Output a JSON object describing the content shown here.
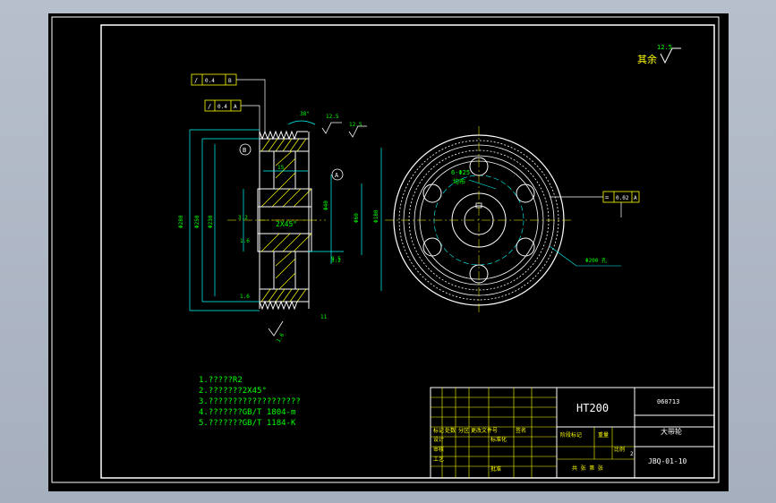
{
  "roughness": {
    "label": "其余",
    "value": "12.5"
  },
  "notes": [
    "1.?????R2",
    "2.???????2X45°",
    "3.???????????????????",
    "4.???????GB/T 1804-m",
    "5.???????GB/T 1184-K"
  ],
  "drawing": {
    "hole_spec": "6-Φ25",
    "hole_note": "均布",
    "chamfer": "2X45°",
    "groove_angle": "38°",
    "ra_top": "12.5",
    "ra_right": "12.5",
    "ra_hub": "3.2",
    "ra_bore": "1.6",
    "ra_key": "3.2",
    "ra_bottom": "1.6",
    "ra_groove": "1.6",
    "dim_left_outer": "Φ280",
    "dim_left_mid": "Φ250",
    "dim_left_inner": "Φ230",
    "dim_bore": "Φ40",
    "dim_hub": "Φ60",
    "dim_right": "Φ180",
    "dim_width_top": "15",
    "dim_width_bottom": "9.5",
    "dim_bottom": "11",
    "dim_bcd": "Φ200 孔",
    "gdt1": {
      "symbol": "/",
      "value": "0.4",
      "datum": "B"
    },
    "gdt2": {
      "symbol": "/",
      "value": "0.4",
      "datum": "A"
    },
    "gdt3": {
      "symbol": "=",
      "value": "0.02",
      "datum": "A"
    },
    "datum_a": "A",
    "datum_b": "B"
  },
  "title_block": {
    "material": "HT200",
    "code": "060713",
    "part_name": "大带轮",
    "drawing_no": "JBQ-01-10",
    "scale": "2",
    "row_headers": [
      "标记",
      "处数",
      "分区",
      "更改文件号",
      "签名"
    ],
    "labels": {
      "design": "设计",
      "standard": "标准化",
      "check": "审核",
      "process": "工艺",
      "approve": "批准",
      "stage": "阶段标记",
      "weight": "重量",
      "ratio": "比例",
      "total": "共 张 第 张"
    }
  }
}
